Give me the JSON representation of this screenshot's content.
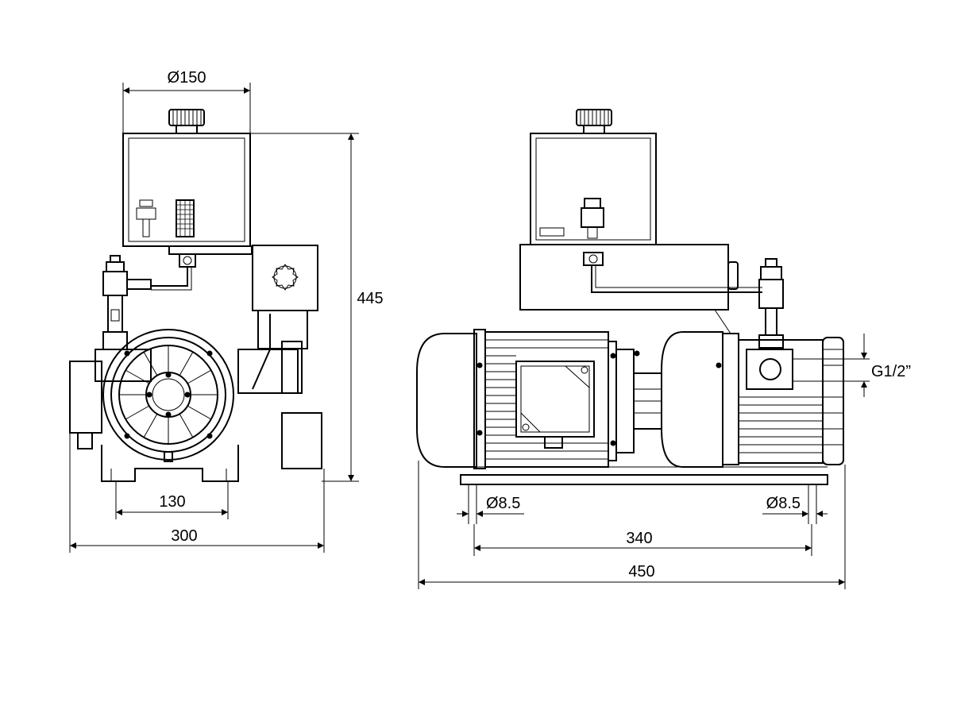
{
  "dimensions": {
    "front_tank_diameter": "Ø150",
    "front_height": "445",
    "front_foot_spacing": "130",
    "front_width": "300",
    "side_port_thread": "G1/2”",
    "side_hole_left": "Ø8.5",
    "side_hole_right": "Ø8.5",
    "side_foot_spacing": "340",
    "side_length": "450"
  }
}
